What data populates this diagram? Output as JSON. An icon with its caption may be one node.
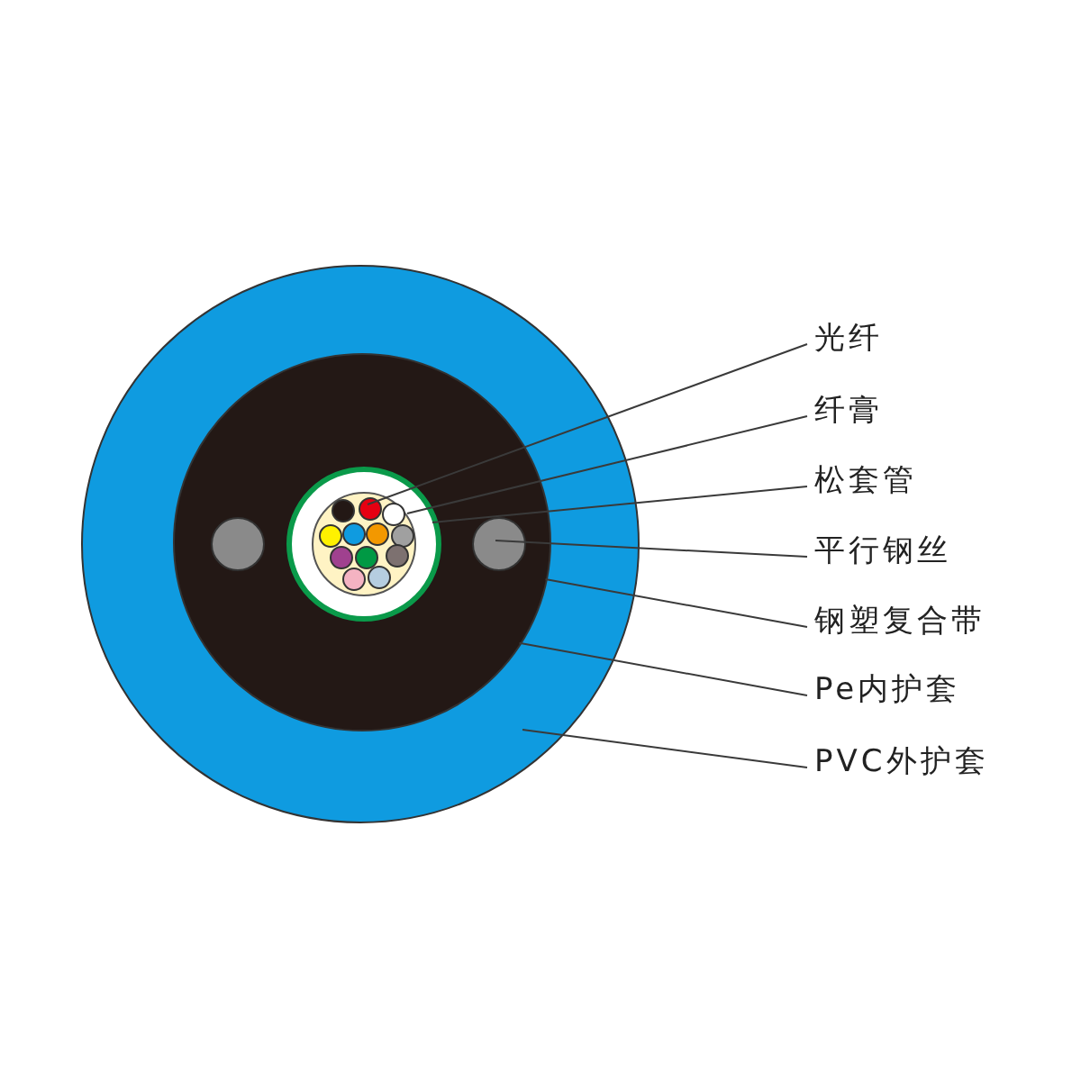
{
  "diagram": {
    "nodes": [
      {
        "text": [
          "光纤"
        ]
      },
      {
        "text": [
          "纤膏"
        ]
      },
      {
        "text": [
          "松套管"
        ]
      },
      {
        "text": [
          "平行钢丝"
        ]
      },
      {
        "text": [
          "钢塑复合带"
        ]
      },
      {
        "text": [
          "Pe内护套"
        ]
      },
      {
        "text": [
          "PVC外护套"
        ]
      },
      {
        "text": [],
        "shape": "circle"
      },
      {
        "text": [],
        "shape": "circle",
        "in": 7
      },
      {
        "text": [],
        "shape": "circle",
        "in": 8
      },
      {
        "text": [],
        "shape": "circle",
        "in": 8
      },
      {
        "text": [],
        "shape": "circle",
        "in": 8
      },
      {
        "text": [],
        "shape": "circle",
        "in": 11
      },
      {
        "text": [],
        "shape": "circle",
        "in": 12
      },
      {
        "text": [],
        "shape": "circle",
        "in": 12
      },
      {
        "text": [],
        "shape": "circle",
        "in": 12
      },
      {
        "text": [],
        "shape": "circle",
        "in": 12
      },
      {
        "text": [],
        "shape": "circle",
        "in": 12
      },
      {
        "text": [],
        "shape": "circle",
        "in": 12
      },
      {
        "text": [],
        "shape": "circle",
        "in": 12
      },
      {
        "text": [],
        "shape": "circle",
        "in": 12
      },
      {
        "text": [],
        "shape": "circle",
        "in": 12
      },
      {
        "text": [],
        "shape": "circle",
        "in": 12
      },
      {
        "text": [],
        "shape": "circle",
        "in": 12
      },
      {
        "text": [],
        "shape": "circle",
        "in": 12
      }
    ],
    "edges": [
      {
        "from": 0,
        "to": 14,
        "arrow": "none"
      },
      {
        "from": 1,
        "to": 12,
        "arrow": "none"
      },
      {
        "from": 2,
        "to": 11,
        "arrow": "none"
      },
      {
        "from": 3,
        "to": 10,
        "arrow": "none"
      },
      {
        "from": 4,
        "to": 8,
        "arrow": "none"
      },
      {
        "from": 5,
        "to": 8,
        "arrow": "none"
      },
      {
        "from": 6,
        "to": 7,
        "arrow": "none"
      }
    ]
  }
}
